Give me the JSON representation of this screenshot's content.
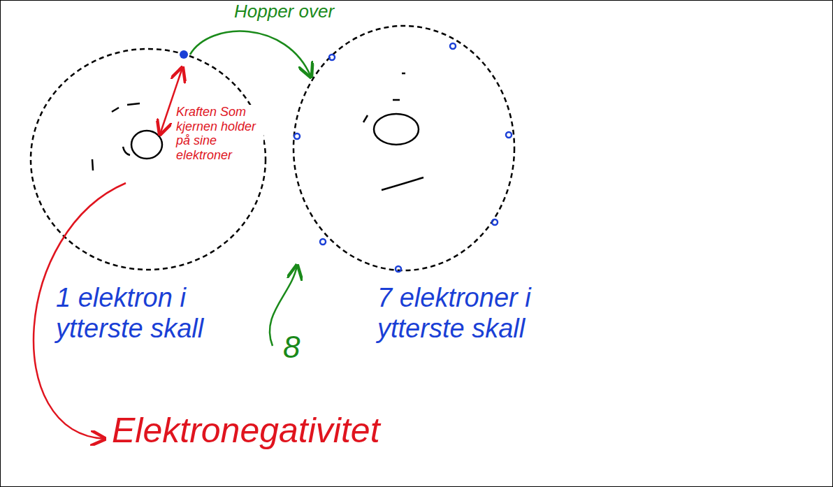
{
  "diagram": {
    "labels": [
      "Hopper over",
      "Kraften Som kjernen holder på sine elektroner",
      "1 elektron i ytterste skall",
      "8",
      "7 elektroner i ytterste skall",
      "Elektronegativitet"
    ]
  }
}
